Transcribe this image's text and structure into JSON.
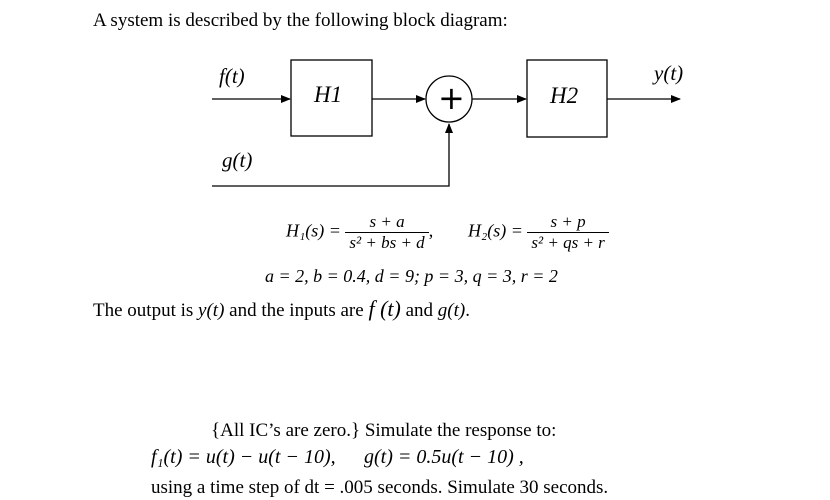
{
  "intro_text": "A system is described by the following block diagram:",
  "diagram": {
    "input_f": "f(t)",
    "input_g": "g(t)",
    "output_y": "y(t)",
    "block_h1": "H1",
    "block_h2": "H2",
    "summer_symbol": "+"
  },
  "equations": {
    "h1_lhs": "H₁(s) =",
    "h1_num": "s + a",
    "h1_den": "s² + bs + d",
    "comma": ",",
    "h2_lhs": "H₂(s) =",
    "h2_num": "s + p",
    "h2_den": "s² + qs + r",
    "params": "a = 2,   b = 0.4,   d = 9;   p = 3,   q = 3,   r = 2"
  },
  "statement": {
    "prefix": "The output is ",
    "y": "y(t)",
    "middle": " and the inputs are ",
    "f": "f (t)",
    "and": " and ",
    "g": "g(t)",
    "end": "."
  },
  "task": {
    "line1": "{All IC’s are zero.}  Simulate the response to:",
    "f_def": "f₁(t) = u(t) − u(t − 10),",
    "g_def": "g(t) = 0.5u(t − 10) ,",
    "line3": "using a time step of dt = .005 seconds.  Simulate 30 seconds."
  },
  "colors": {
    "ink": "#000000",
    "background": "#ffffff"
  }
}
